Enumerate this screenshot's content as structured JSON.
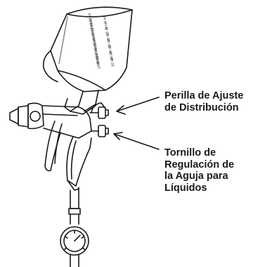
{
  "callouts": [
    {
      "lines": [
        "Perilla de Ajuste",
        "de Distribución"
      ]
    },
    {
      "lines": [
        "Tornillo de",
        "Regulación de",
        "la Aguja para",
        "Líquidos"
      ]
    }
  ],
  "cup_scale": {
    "left_column": [
      "32 oz",
      "28 oz",
      "24 oz",
      "20 oz",
      "16 oz",
      "12 oz",
      "8 oz",
      "4 oz"
    ],
    "right_column": [
      "1000 ml",
      "900 ml",
      "800 ml",
      "700 ml",
      "600 ml",
      "500 ml",
      "400 ml",
      "300 ml",
      "200 ml",
      "100 ml"
    ]
  },
  "colors": {
    "line": "#1a1a1a",
    "fill": "#ffffff"
  }
}
